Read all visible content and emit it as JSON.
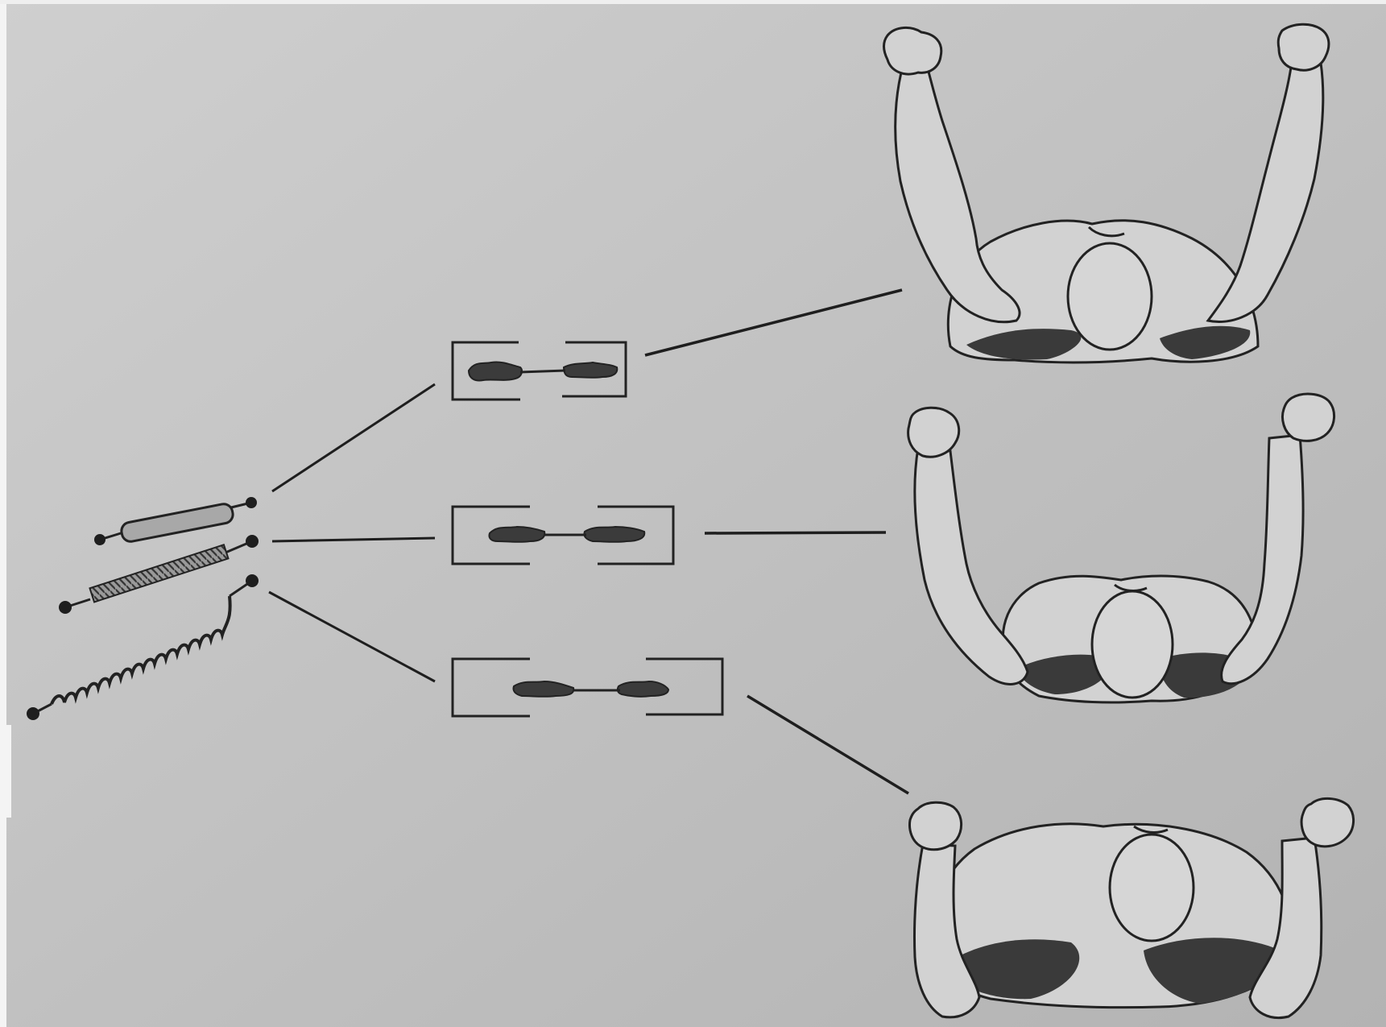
{
  "figure": {
    "background": "#bdbdbd",
    "paper": "#c6c6c6",
    "ink": "#1e1e1e",
    "skin": "#d4d4d4",
    "shadow": "#3a3a3a",
    "panels": [
      {
        "id": "top",
        "spring": "stiff",
        "arm_pose": "arms-raised-narrow"
      },
      {
        "id": "middle",
        "spring": "medium",
        "arm_pose": "arms-raised-wide"
      },
      {
        "id": "bottom",
        "spring": "loose",
        "arm_pose": "arms-bent-low"
      }
    ],
    "springs": [
      "stiff-spring-icon",
      "medium-spring-icon",
      "loose-spring-icon"
    ]
  }
}
